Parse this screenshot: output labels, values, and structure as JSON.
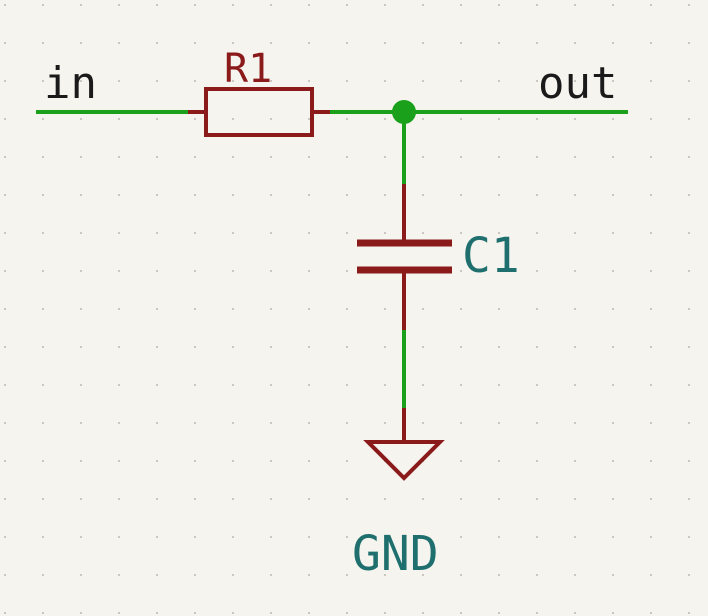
{
  "schematic": {
    "background_color": "#f5f4ef",
    "grid_color": "#c9c7c0",
    "wire_color": "#1aa01a",
    "component_color": "#8b1a1a",
    "net_label_color": "#1a1a1a",
    "ref_label_color": "#1f6f6f",
    "net_labels": {
      "input": "in",
      "output": "out"
    },
    "components": {
      "resistor": {
        "ref": "R1"
      },
      "capacitor": {
        "ref": "C1"
      },
      "ground": {
        "label": "GND"
      }
    }
  }
}
